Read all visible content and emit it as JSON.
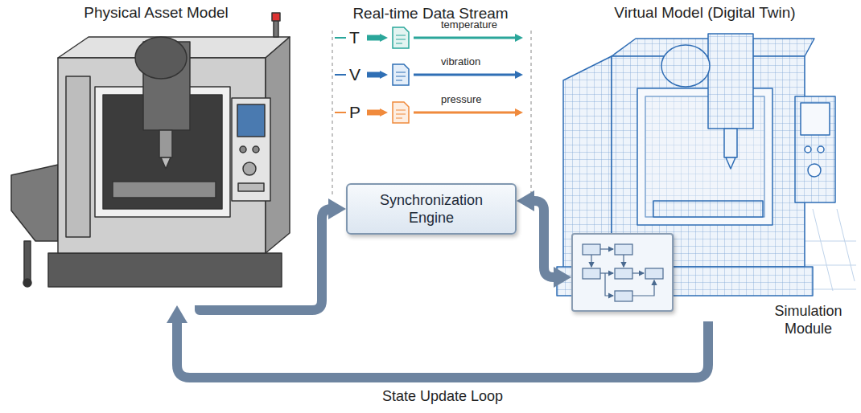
{
  "diagram": {
    "nodes": [
      {
        "text": [
          "Physical Asset Model"
        ]
      },
      {
        "text": [
          "Synchronization Engine"
        ]
      },
      {
        "text": [
          "Virtual Model (Digital Twin)"
        ]
      },
      {
        "text": [
          "Simulation Module"
        ],
        "in": 2
      }
    ],
    "edges": [
      {
        "from": 0,
        "to": 1,
        "arrow": "to"
      },
      {
        "from": 1,
        "to": 3,
        "arrow": "both"
      },
      {
        "from": 2,
        "to": 0,
        "label": "State Update Loop",
        "arrow": "to"
      }
    ],
    "labels": [
      "Real-time Data Stream",
      "T",
      "temperature",
      "V",
      "vibration",
      "P",
      "pressure"
    ]
  }
}
